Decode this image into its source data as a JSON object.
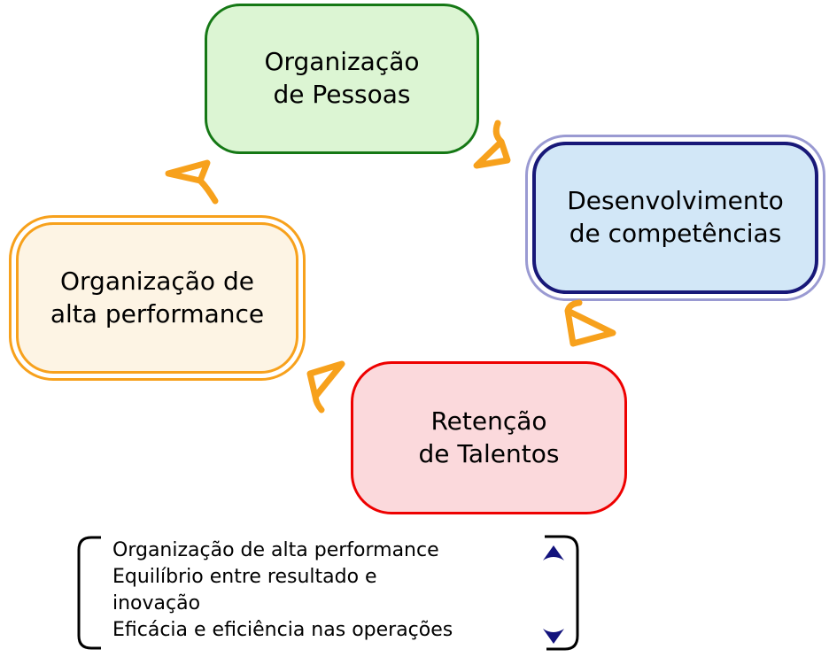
{
  "diagram_type": "cycle",
  "background": "#FFFFFF",
  "nodes": [
    {
      "id": "organizacao-de-pessoas",
      "label": "Organização\nde Pessoas",
      "fill": "#DCF5D3",
      "border_color": "#157815",
      "border_style": "single"
    },
    {
      "id": "desenvolvimento-de-competencias",
      "label": "Desenvolvimento\nde competências",
      "fill": "#D2E7F7",
      "border_color": "#181878",
      "outer_border_color": "#9A9AD2",
      "border_style": "double"
    },
    {
      "id": "retencao-de-talentos",
      "label": "Retenção\nde Talentos",
      "fill": "#FBD9DC",
      "border_color": "#EE0000",
      "border_style": "single"
    },
    {
      "id": "organizacao-de-alta-performance",
      "label": "Organização de\nalta performance",
      "fill": "#FDF4E4",
      "border_color": "#F7A11C",
      "outer_border_color": "#F7A11C",
      "border_style": "double"
    }
  ],
  "cycle_arrows": {
    "count": 4,
    "color": "#F7A11C",
    "flow": "clockwise"
  },
  "footer": {
    "items": [
      "Organização de alta performance",
      "Equilíbrio entre resultado e\ninovação",
      "Eficácia e eficiência nas operações"
    ],
    "bracket_color": "#000000",
    "up_down_arrow_color": "#12127C"
  }
}
